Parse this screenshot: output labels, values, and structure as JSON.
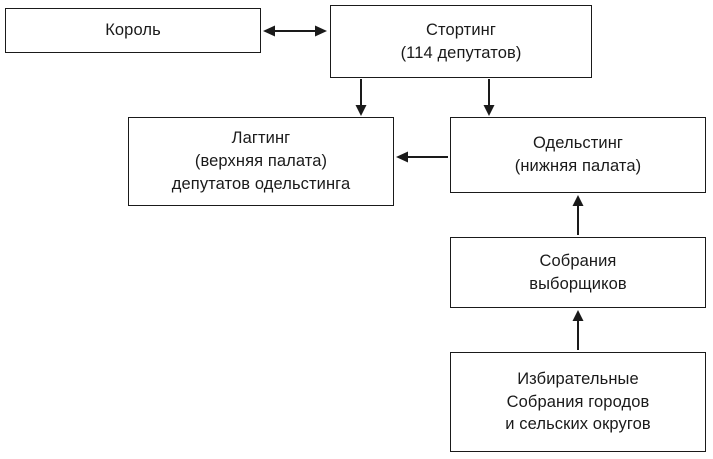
{
  "diagram": {
    "nodes": {
      "king": "Король",
      "storting": "Стортинг\n(114 депутатов)",
      "lagting": "Лагтинг\n(верхняя палата)\nдепутатов одельстинга",
      "odelsting": "Одельстинг\n(нижняя палата)",
      "electors": "Собрания\nвыборщиков",
      "electoral": "Избирательные\nСобрания городов\nи сельских округов"
    },
    "colors": {
      "border": "#1a1a1a",
      "background": "#ffffff",
      "text": "#1a1a1a",
      "arrow": "#1a1a1a"
    }
  }
}
